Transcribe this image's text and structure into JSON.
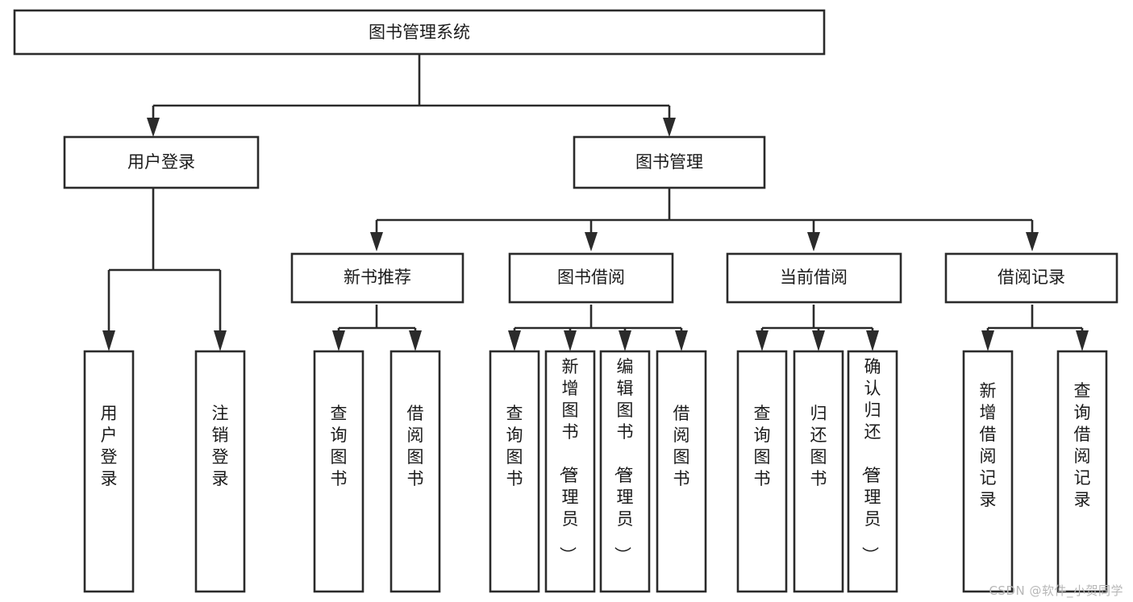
{
  "diagram": {
    "type": "tree-hierarchy",
    "title": "图书管理系统",
    "watermark": "CSDN @软件_小贺同学",
    "colors": {
      "stroke": "#2b2b2b",
      "fill": "#ffffff",
      "text": "#1b1b1b",
      "watermark": "#b7b7b7"
    },
    "levels": [
      {
        "level": 1,
        "nodes": [
          {
            "id": "root",
            "label": "图书管理系统",
            "orientation": "horizontal"
          }
        ]
      },
      {
        "level": 2,
        "nodes": [
          {
            "id": "user-login",
            "label": "用户登录",
            "orientation": "horizontal",
            "parent": "root"
          },
          {
            "id": "book-manage",
            "label": "图书管理",
            "orientation": "horizontal",
            "parent": "root"
          }
        ]
      },
      {
        "level": 3,
        "nodes": [
          {
            "id": "new-book-rec",
            "label": "新书推荐",
            "orientation": "horizontal",
            "parent": "book-manage"
          },
          {
            "id": "book-borrow",
            "label": "图书借阅",
            "orientation": "horizontal",
            "parent": "book-manage"
          },
          {
            "id": "current-borrow",
            "label": "当前借阅",
            "orientation": "horizontal",
            "parent": "book-manage"
          },
          {
            "id": "borrow-record",
            "label": "借阅记录",
            "orientation": "horizontal",
            "parent": "book-manage"
          }
        ]
      },
      {
        "level": 4,
        "nodes": [
          {
            "id": "leaf-1",
            "label": "用户登录",
            "orientation": "vertical",
            "parent": "user-login"
          },
          {
            "id": "leaf-2",
            "label": "注销登录",
            "orientation": "vertical",
            "parent": "user-login"
          },
          {
            "id": "leaf-3",
            "label": "查询图书",
            "orientation": "vertical",
            "parent": "new-book-rec"
          },
          {
            "id": "leaf-4",
            "label": "借阅图书",
            "orientation": "vertical",
            "parent": "new-book-rec"
          },
          {
            "id": "leaf-5",
            "label": "查询图书",
            "orientation": "vertical",
            "parent": "book-borrow"
          },
          {
            "id": "leaf-6",
            "label": "新增图书（管理员）",
            "orientation": "vertical",
            "parent": "book-borrow"
          },
          {
            "id": "leaf-7",
            "label": "编辑图书（管理员）",
            "orientation": "vertical",
            "parent": "book-borrow"
          },
          {
            "id": "leaf-8",
            "label": "借阅图书",
            "orientation": "vertical",
            "parent": "book-borrow"
          },
          {
            "id": "leaf-9",
            "label": "查询图书",
            "orientation": "vertical",
            "parent": "current-borrow"
          },
          {
            "id": "leaf-10",
            "label": "归还图书",
            "orientation": "vertical",
            "parent": "current-borrow"
          },
          {
            "id": "leaf-11",
            "label": "确认归还（管理员）",
            "orientation": "vertical",
            "parent": "current-borrow"
          },
          {
            "id": "leaf-12",
            "label": "新增借阅记录",
            "orientation": "vertical",
            "parent": "borrow-record"
          },
          {
            "id": "leaf-13",
            "label": "查询借阅记录",
            "orientation": "vertical",
            "parent": "borrow-record"
          }
        ]
      }
    ]
  }
}
